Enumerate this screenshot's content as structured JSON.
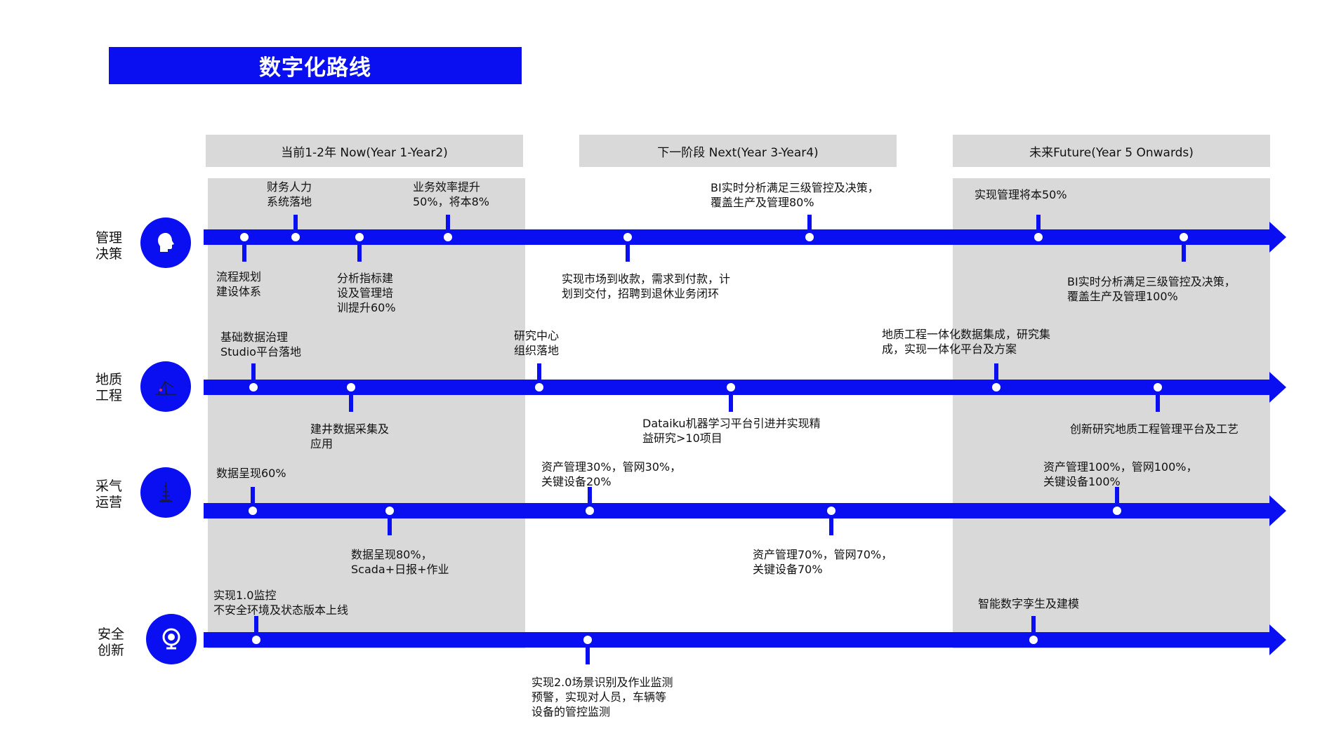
{
  "title": "数字化路线",
  "phases": [
    {
      "label": "当前1-2年 Now(Year 1-Year2)"
    },
    {
      "label": "下一阶段 Next(Year 3-Year4)"
    },
    {
      "label": "未来Future(Year 5 Onwards)"
    }
  ],
  "rows": [
    {
      "label": "管理\n决策",
      "icon": "head-icon"
    },
    {
      "label": "地质\n工程",
      "icon": "drill-rig-icon"
    },
    {
      "label": "采气\n运营",
      "icon": "gas-well-icon"
    },
    {
      "label": "安全\n创新",
      "icon": "webcam-icon"
    }
  ],
  "milestones": {
    "m1": "流程规划\n建设体系",
    "m2": "财务人力\n系统落地",
    "m3": "分析指标建\n设及管理培\n训提升60%",
    "m4": "业务效率提升\n50%，将本8%",
    "m5": "实现市场到收款，需求到付款，计\n划到交付，招聘到退休业务闭环",
    "m6": "BI实时分析满足三级管控及决策，\n覆盖生产及管理80%",
    "m7": "实现管理将本50%",
    "m8": "BI实时分析满足三级管控及决策，\n覆盖生产及管理100%",
    "g1": "基础数据治理\nStudio平台落地",
    "g2": "建井数据采集及\n应用",
    "g3": "研究中心\n组织落地",
    "g4": "Dataiku机器学习平台引进并实现精\n益研究>10项目",
    "g5": "地质工程一体化数据集成，研究集\n成，实现一体化平台及方案",
    "g6": "创新研究地质工程管理平台及工艺",
    "o1": "数据呈现60%",
    "o2": "数据呈现80%，\nScada+日报+作业",
    "o3": "资产管理30%，管网30%，\n关键设备20%",
    "o4": "资产管理70%，管网70%，\n关键设备70%",
    "o5": "资产管理100%，管网100%，\n关键设备100%",
    "s1": "实现1.0监控\n不安全环境及状态版本上线",
    "s2": "实现2.0场景识别及作业监测\n预警，实现对人员，车辆等\n设备的管控监测",
    "s3": "智能数字孪生及建模"
  },
  "colors": {
    "accent": "#0a0ff2",
    "band": "#d9d9d9"
  }
}
